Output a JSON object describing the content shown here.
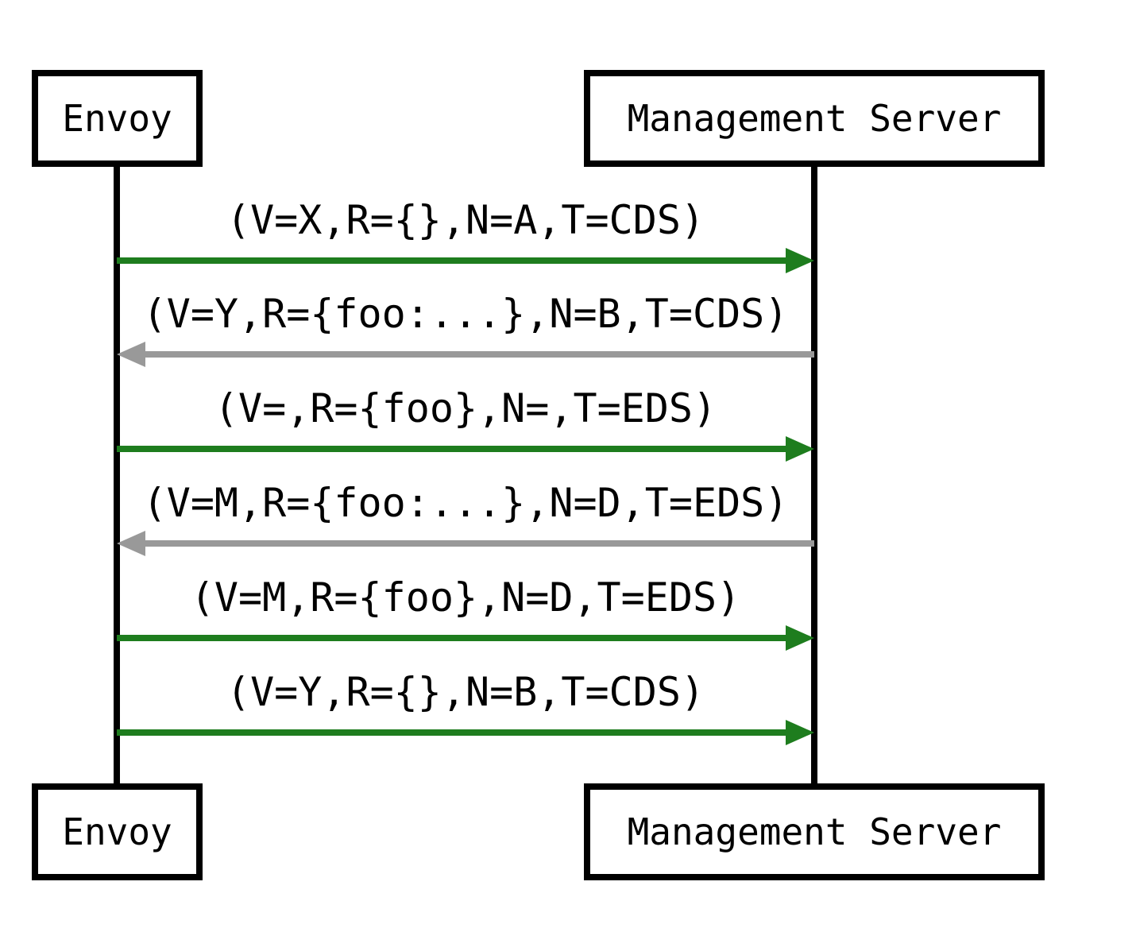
{
  "actors": {
    "envoy": {
      "label": "Envoy"
    },
    "management_server": {
      "label": "Management Server"
    }
  },
  "messages": [
    {
      "label": "(V=X,R={},N=A,T=CDS)",
      "from": "envoy",
      "to": "management_server",
      "direction": "right",
      "color": "#1e7d1e"
    },
    {
      "label": "(V=Y,R={foo:...},N=B,T=CDS)",
      "from": "management_server",
      "to": "envoy",
      "direction": "left",
      "color": "#999999"
    },
    {
      "label": "(V=,R={foo},N=,T=EDS)",
      "from": "envoy",
      "to": "management_server",
      "direction": "right",
      "color": "#1e7d1e"
    },
    {
      "label": "(V=M,R={foo:...},N=D,T=EDS)",
      "from": "management_server",
      "to": "envoy",
      "direction": "left",
      "color": "#999999"
    },
    {
      "label": "(V=M,R={foo},N=D,T=EDS)",
      "from": "envoy",
      "to": "management_server",
      "direction": "right",
      "color": "#1e7d1e"
    },
    {
      "label": "(V=Y,R={},N=B,T=CDS)",
      "from": "envoy",
      "to": "management_server",
      "direction": "right",
      "color": "#1e7d1e"
    }
  ],
  "colors": {
    "request_arrow_green": "#1e7d1e",
    "response_arrow_gray": "#999999",
    "line_black": "#000000",
    "background": "#ffffff"
  }
}
